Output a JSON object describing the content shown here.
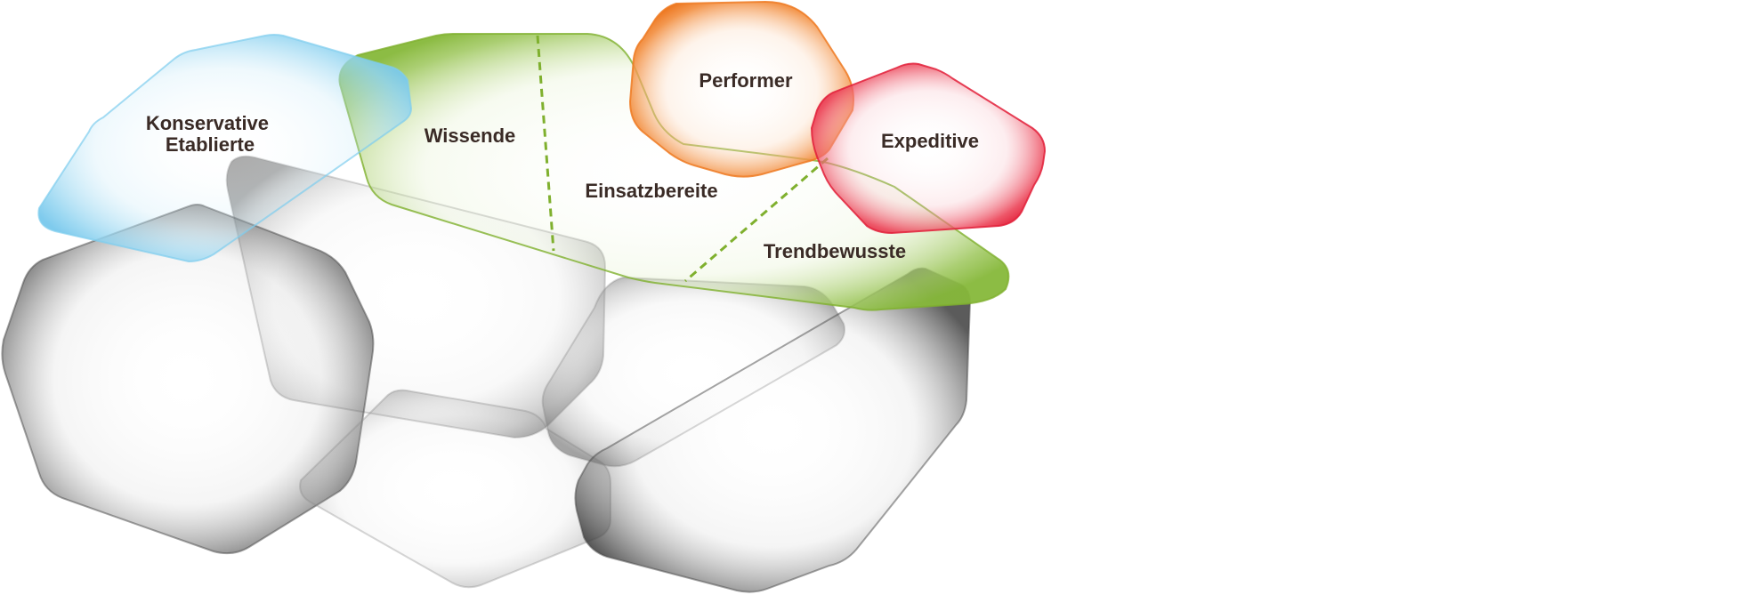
{
  "segments": [
    {
      "id": "konservative-etablierte",
      "lines": [
        "Konservative",
        "Etablierte"
      ],
      "color": "#8fd3f0"
    },
    {
      "id": "wissende",
      "lines": [
        "Wissende"
      ],
      "color": "#86b83a"
    },
    {
      "id": "einsatzbereite",
      "lines": [
        "Einsatzbereite"
      ],
      "color": "#86b83a"
    },
    {
      "id": "trendbewusste",
      "lines": [
        "Trendbewusste"
      ],
      "color": "#86b83a"
    },
    {
      "id": "performer",
      "lines": [
        "Performer"
      ],
      "color": "#f0781e"
    },
    {
      "id": "expeditive",
      "lines": [
        "Expeditive"
      ],
      "color": "#e8283c"
    }
  ],
  "background_shape_color": "#6e6e6e"
}
